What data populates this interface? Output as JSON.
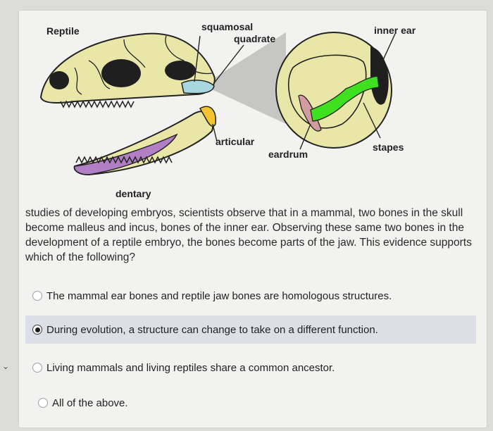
{
  "diagram": {
    "title": "Reptile",
    "labels": {
      "squamosal": "squamosal",
      "quadrate": "quadrate",
      "inner_ear": "inner ear",
      "articular": "articular",
      "eardrum": "eardrum",
      "stapes": "stapes",
      "dentary": "dentary"
    }
  },
  "question": {
    "text": "studies of developing embryos, scientists observe that in a mammal, two bones in the skull become malleus and incus, bones of the inner ear. Observing these same two bones in the development of a reptile embryo, the bones become parts of the jaw. This evidence supports which of the following?"
  },
  "answers": [
    {
      "label": "The mammal ear bones and reptile jaw bones are homologous structures.",
      "selected": false
    },
    {
      "label": "During evolution, a structure can change to take on a different function.",
      "selected": true
    },
    {
      "label": "Living mammals and living reptiles share a common ancestor.",
      "selected": false
    },
    {
      "label": "All of the above.",
      "selected": false
    }
  ],
  "colors": {
    "bone": "#e9e7a8",
    "quadrate": "#a8d7df",
    "articular": "#f2c431",
    "dentary": "#b27fc4",
    "stapes": "#3fe020",
    "eardrum": "#d29ba0",
    "selected_bg": "#dcdfe5"
  }
}
